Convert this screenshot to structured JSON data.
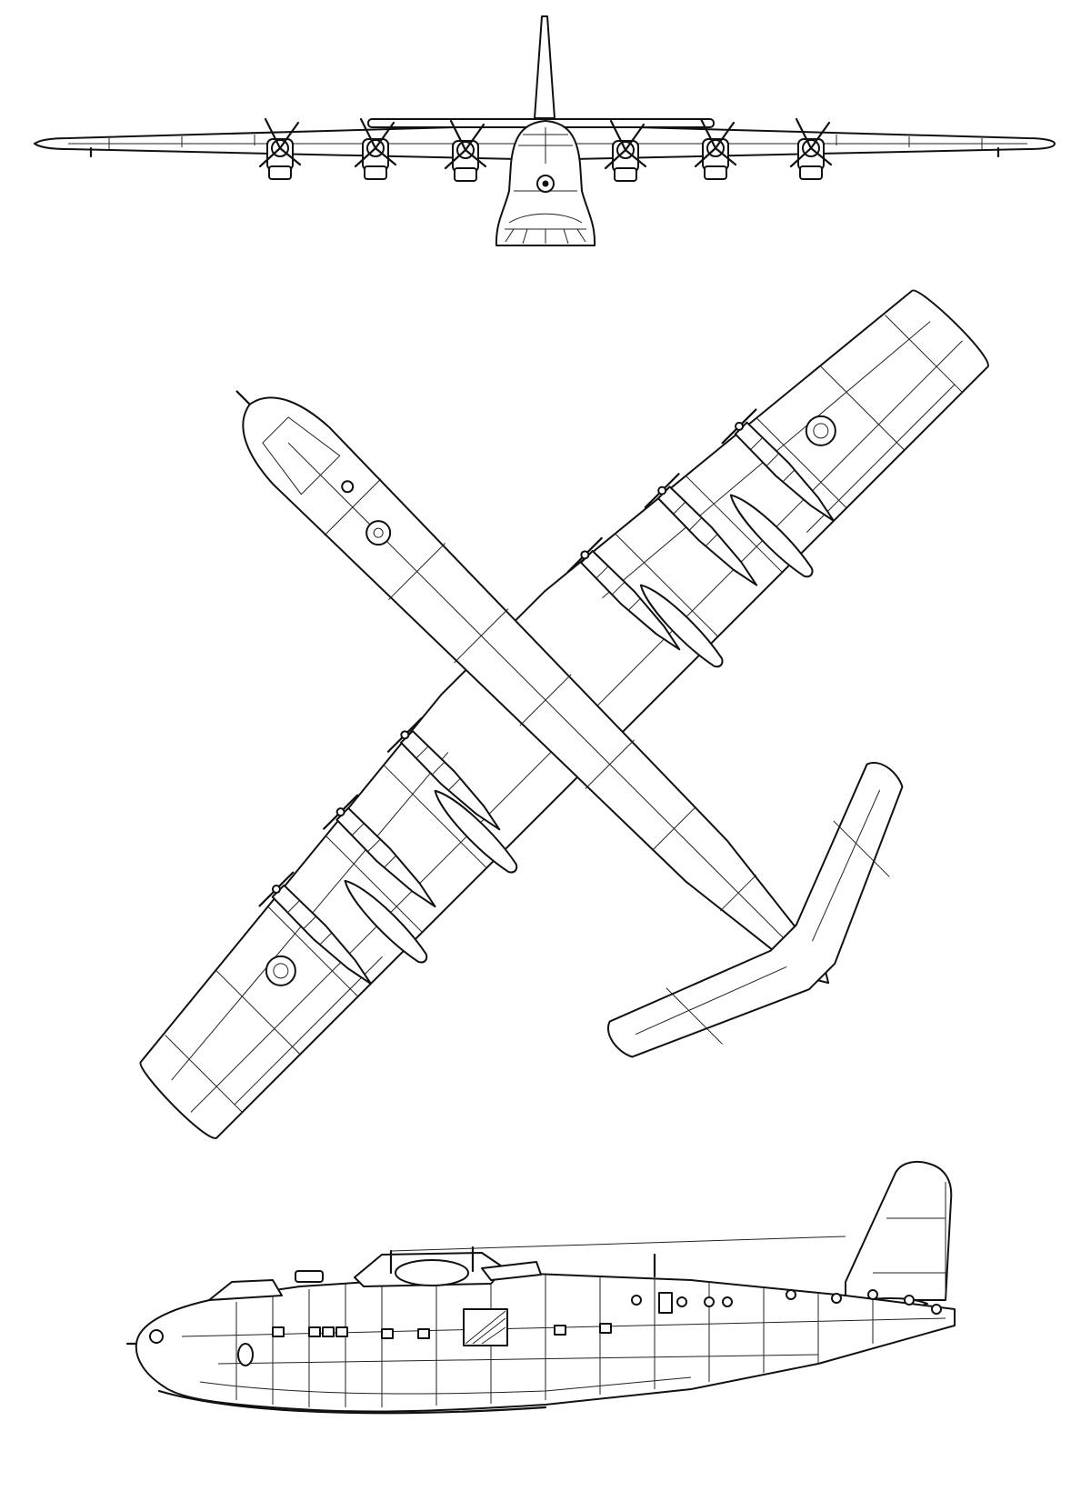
{
  "drawing": {
    "views": [
      "front",
      "top",
      "side"
    ],
    "colors": {
      "line": "#111111",
      "background": "#ffffff"
    },
    "engines_per_side": 3,
    "engine_count": 6
  }
}
